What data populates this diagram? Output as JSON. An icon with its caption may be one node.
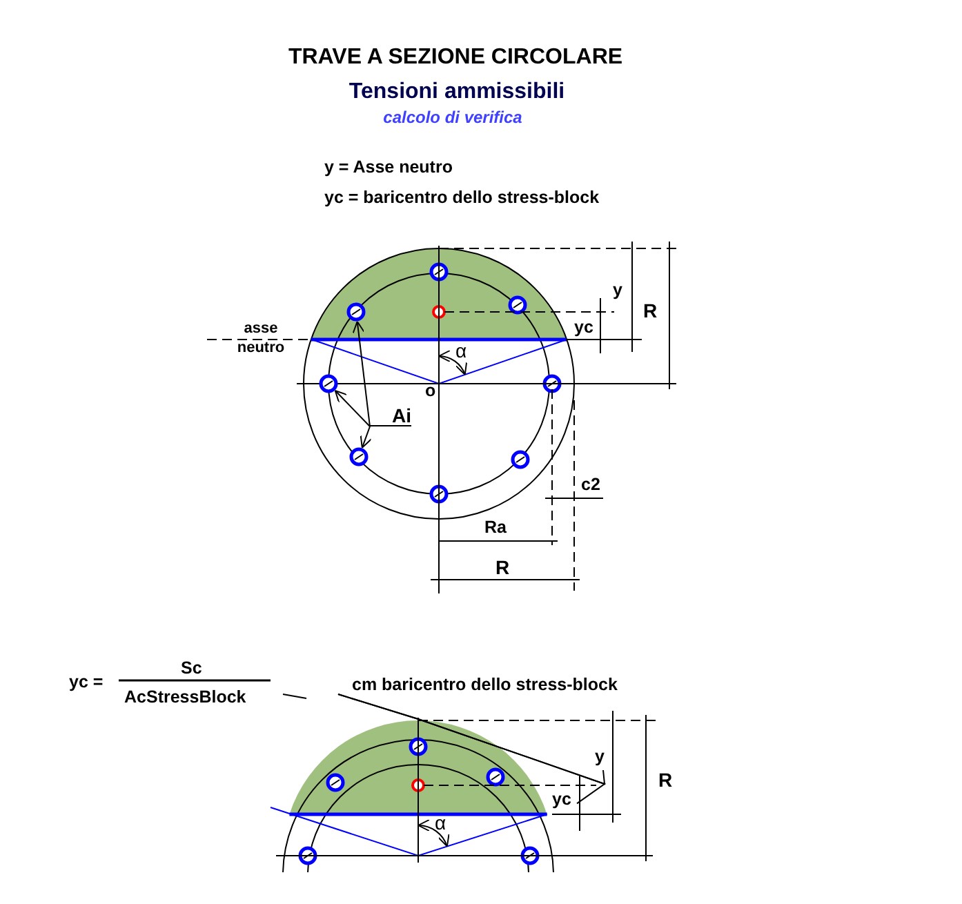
{
  "diagram": {
    "title": "TRAVE A SEZIONE CIRCOLARE",
    "nodes": [
      {
        "text": [],
        "shape": "circle"
      },
      {
        "text": [
          "Ai"
        ]
      },
      {
        "text": [],
        "shape": "circle"
      },
      {
        "text": [],
        "shape": "circle"
      },
      {
        "text": [
          "cm  baricentro dello stress-block"
        ]
      },
      {
        "text": [
          "y"
        ]
      },
      {
        "text": [
          "yc"
        ]
      }
    ],
    "edges": [
      {
        "from": 1,
        "to": 0,
        "arrow": "to"
      },
      {
        "from": 1,
        "to": 2,
        "arrow": "to"
      },
      {
        "from": 1,
        "to": 3,
        "arrow": "to"
      },
      {
        "from": 4,
        "to": 5,
        "arrow": "none"
      },
      {
        "from": 4,
        "to": 6,
        "arrow": "none"
      }
    ],
    "labels": [
      "Tensioni ammissibili",
      "calcolo di verifica",
      "y = Asse  neutro",
      "yc = baricentro dello stress-block",
      "asse neutro",
      "y",
      "R",
      "yc",
      "α",
      "o",
      "c2",
      "Ra",
      "R",
      "yc =",
      "Sc",
      "AcStressBlock",
      "α",
      "R"
    ]
  }
}
